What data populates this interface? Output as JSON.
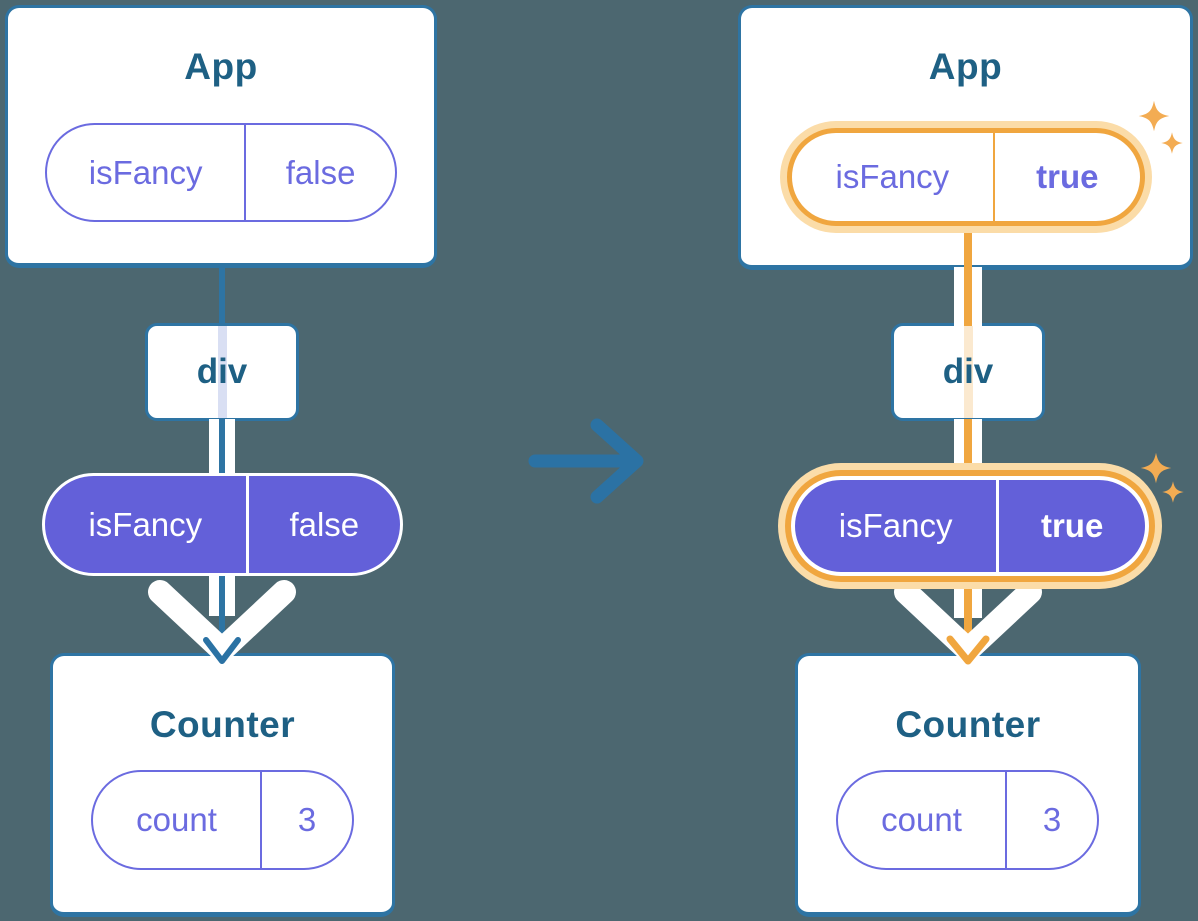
{
  "colors": {
    "background": "#4C6770",
    "card_border_blue": "#2E74A3",
    "title_text_blue": "#1E6084",
    "purple_text": "#6B6BE0",
    "purple_pill_fill": "#6360D9",
    "arrow_blue": "#2B72A4",
    "highlight_orange": "#F0A63F",
    "highlight_orange_halo": "#FBDCA8",
    "sparkle_orange": "#F3AC53",
    "pass_through_lavender": "#D9DFF3",
    "pass_through_cream": "#FBE9CF",
    "flow_chevron_white": "#FFFFFF"
  },
  "before": {
    "app": {
      "title": "App",
      "pill": {
        "key": "isFancy",
        "value": "false"
      }
    },
    "div": {
      "label": "div"
    },
    "prop_pill": {
      "key": "isFancy",
      "value": "false"
    },
    "counter": {
      "title": "Counter",
      "pill": {
        "key": "count",
        "value": "3"
      }
    }
  },
  "after": {
    "app": {
      "title": "App",
      "pill": {
        "key": "isFancy",
        "value": "true"
      }
    },
    "div": {
      "label": "div"
    },
    "prop_pill": {
      "key": "isFancy",
      "value": "true"
    },
    "counter": {
      "title": "Counter",
      "pill": {
        "key": "count",
        "value": "3"
      }
    }
  },
  "icons": {
    "transition_arrow": "right-arrow",
    "sparkle": "four-point-star",
    "props_flow": "down-chevron",
    "arrowhead": "down-arrowhead"
  }
}
